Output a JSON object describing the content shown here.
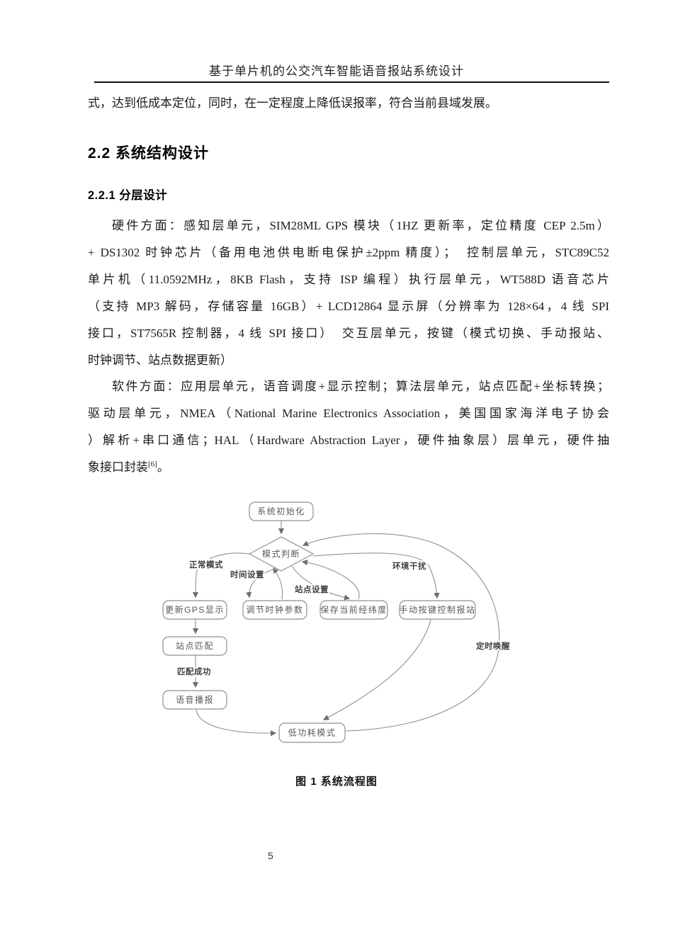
{
  "header": {
    "running_title": "基于单片机的公交汽车智能语音报站系统设计"
  },
  "intro_line": "式，达到低成本定位，同时，在一定程度上降低误报率，符合当前县域发展。",
  "section_heading": "2.2 系统结构设计",
  "subsection_heading": "2.2.1 分层设计",
  "hardware_paragraph": {
    "lines": [
      "硬件方面：感知层单元，SIM28ML GPS 模块（1HZ 更新率，定位精度 CEP 2.5m）",
      "+ DS1302 时钟芯片（备用电池供电断电保护±2ppm 精度）；　控制层单元，STC89C52",
      "单片机（11.0592MHz，8KB Flash，支持 ISP 编程）执行层单元，WT588D 语音芯片",
      "（支持 MP3 解码，存储容量 16GB）+ LCD12864 显示屏（分辨率为 128×64，4 线 SPI",
      "接口，ST7565R 控制器，4 线 SPI 接口）　交互层单元，按键（模式切换、手动报站、",
      "时钟调节、站点数据更新）"
    ]
  },
  "software_paragraph": {
    "lines": [
      "软件方面：应用层单元，语音调度+显示控制；算法层单元，站点匹配+坐标转换；",
      "驱动层单元，NMEA（National Marine Electronics Association，美国国家海洋电子协会",
      "）解析+串口通信；HAL（Hardware Abstraction Layer，硬件抽象层）层单元，硬件抽"
    ],
    "tail": {
      "text": "象接口封装",
      "sup": "[6]",
      "period": "。"
    }
  },
  "figure": {
    "caption": "图 1  系统流程图",
    "flowchart": {
      "stroke_color": "#8f8f8f",
      "node_text_color": "#595959",
      "label_text_color": "#3f3f3f",
      "nodes": [
        {
          "id": "init",
          "label": "系统初始化"
        },
        {
          "id": "decision",
          "label": "模式判断"
        },
        {
          "id": "gps",
          "label": "更新GPS显示"
        },
        {
          "id": "clock",
          "label": "调节时钟参数"
        },
        {
          "id": "save",
          "label": "保存当前经纬度"
        },
        {
          "id": "manual",
          "label": "手动按键控制报站"
        },
        {
          "id": "match",
          "label": "站点匹配"
        },
        {
          "id": "voice",
          "label": "语音播报"
        },
        {
          "id": "low",
          "label": "低功耗模式"
        }
      ],
      "edges": [
        {
          "id": "e_init",
          "label": ""
        },
        {
          "id": "e_normal",
          "label": "正常模式"
        },
        {
          "id": "e_time_down",
          "label": "时间设置"
        },
        {
          "id": "e_time_up",
          "label": ""
        },
        {
          "id": "e_station_down",
          "label": "站点设置"
        },
        {
          "id": "e_station_up",
          "label": ""
        },
        {
          "id": "e_env",
          "label": "环境干扰"
        },
        {
          "id": "e_wake",
          "label": "定时唤醒"
        },
        {
          "id": "e_manual_low",
          "label": ""
        },
        {
          "id": "e_voice_low",
          "label": ""
        },
        {
          "id": "e_gps_match",
          "label": ""
        },
        {
          "id": "e_match_voice",
          "label": "匹配成功"
        }
      ]
    }
  },
  "page_number": "5"
}
